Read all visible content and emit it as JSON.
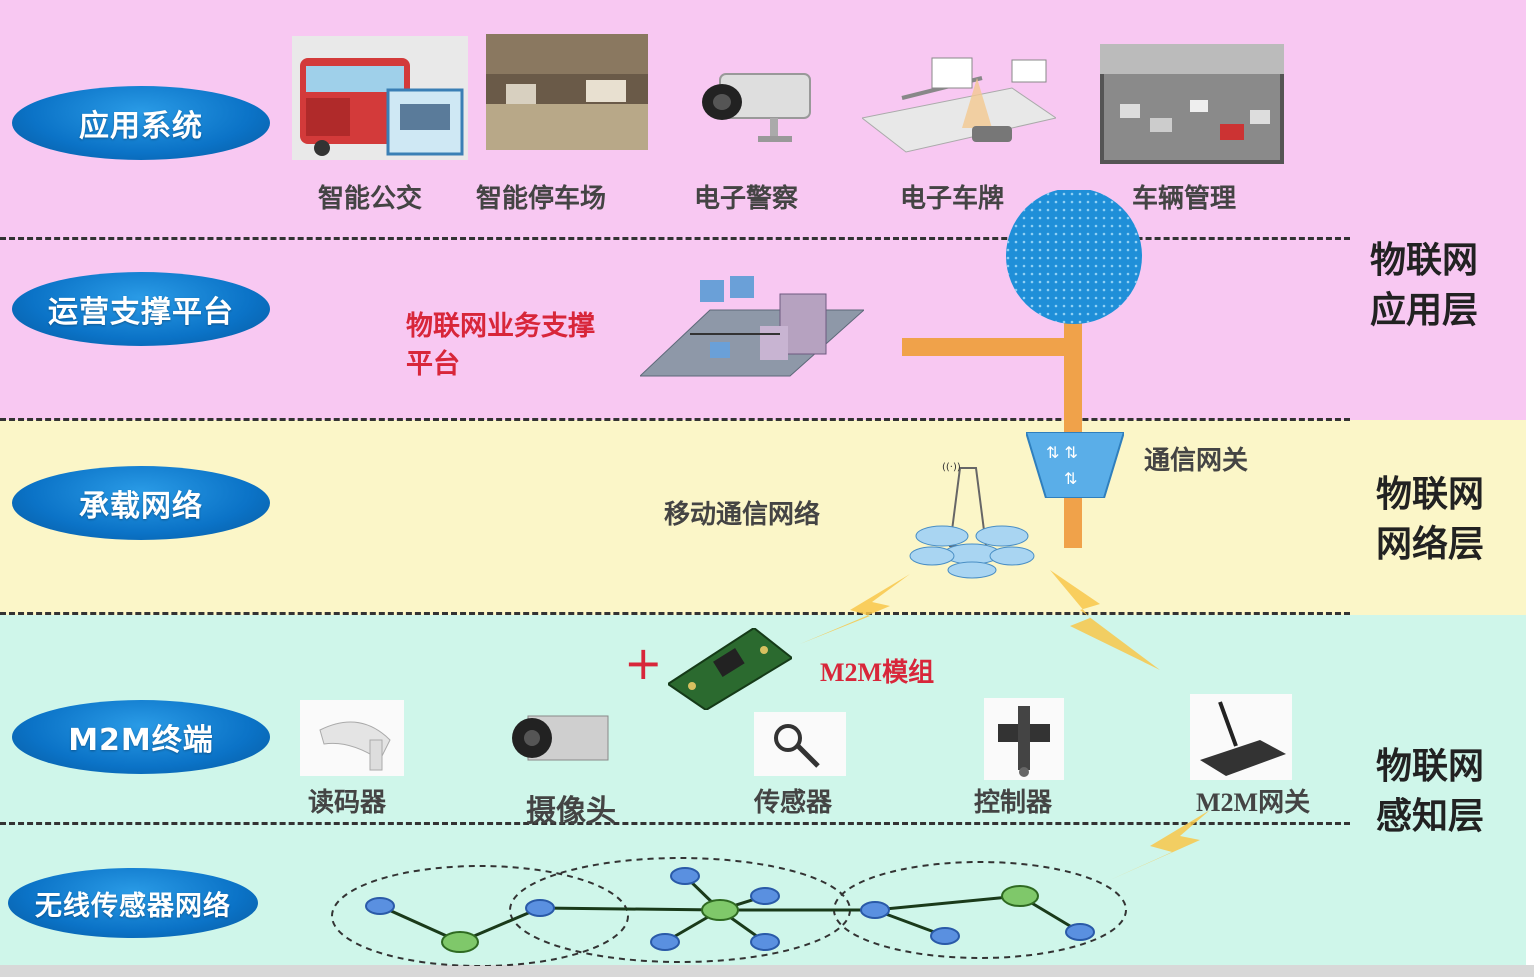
{
  "tiers": {
    "app_system": "应用系统",
    "ops_platform": "运营支撑平台",
    "bearer_network": "承载网络",
    "m2m_terminal": "M2M终端",
    "wsn": "无线传感器网络"
  },
  "apps": {
    "smart_bus": "智能公交",
    "smart_parking": "智能停车场",
    "e_police": "电子警察",
    "e_plate": "电子车牌",
    "vehicle_mgmt": "车辆管理"
  },
  "platform_label": "物联网业务支撑平台",
  "network": {
    "mobile": "移动通信网络",
    "gateway": "通信网关"
  },
  "m2m": {
    "module": "M2M模组",
    "reader": "读码器",
    "camera": "摄像头",
    "sensor": "传感器",
    "controller": "控制器",
    "gateway": "M2M网关"
  },
  "layers": {
    "app": "物联网应用层",
    "network": "物联网网络层",
    "sense": "物联网感知层"
  },
  "colors": {
    "pink": "#f8c8f2",
    "yellow": "#fbf6c8",
    "cyan": "#cff6ea",
    "pill_blue": "#0b73c7",
    "orange": "#f0a24a",
    "red_label": "#d8263a"
  }
}
